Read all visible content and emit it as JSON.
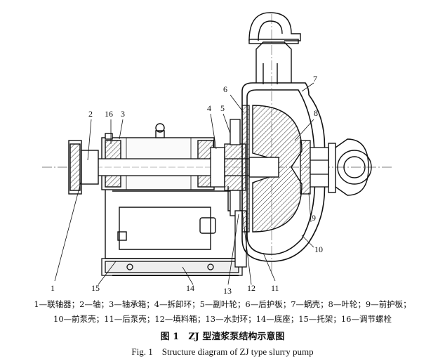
{
  "callouts": [
    "1",
    "2",
    "16",
    "3",
    "4",
    "5",
    "6",
    "7",
    "8",
    "9",
    "10",
    "11",
    "12",
    "13",
    "14",
    "15"
  ],
  "legend_line1": "1—联轴器；2—轴；3—轴承箱；4—拆卸环；5—副叶轮；6—后护板；7—蜗壳；8—叶轮；9—前护板；",
  "legend_line2": "10—前泵壳；11—后泵壳；12—填料箱；13—水封环；14—底座；15—托架；16—调节螺栓",
  "caption_cn": "图 1　ZJ 型渣浆泵结构示意图",
  "caption_en": "Fig. 1　Structure diagram of ZJ type slurry pump"
}
